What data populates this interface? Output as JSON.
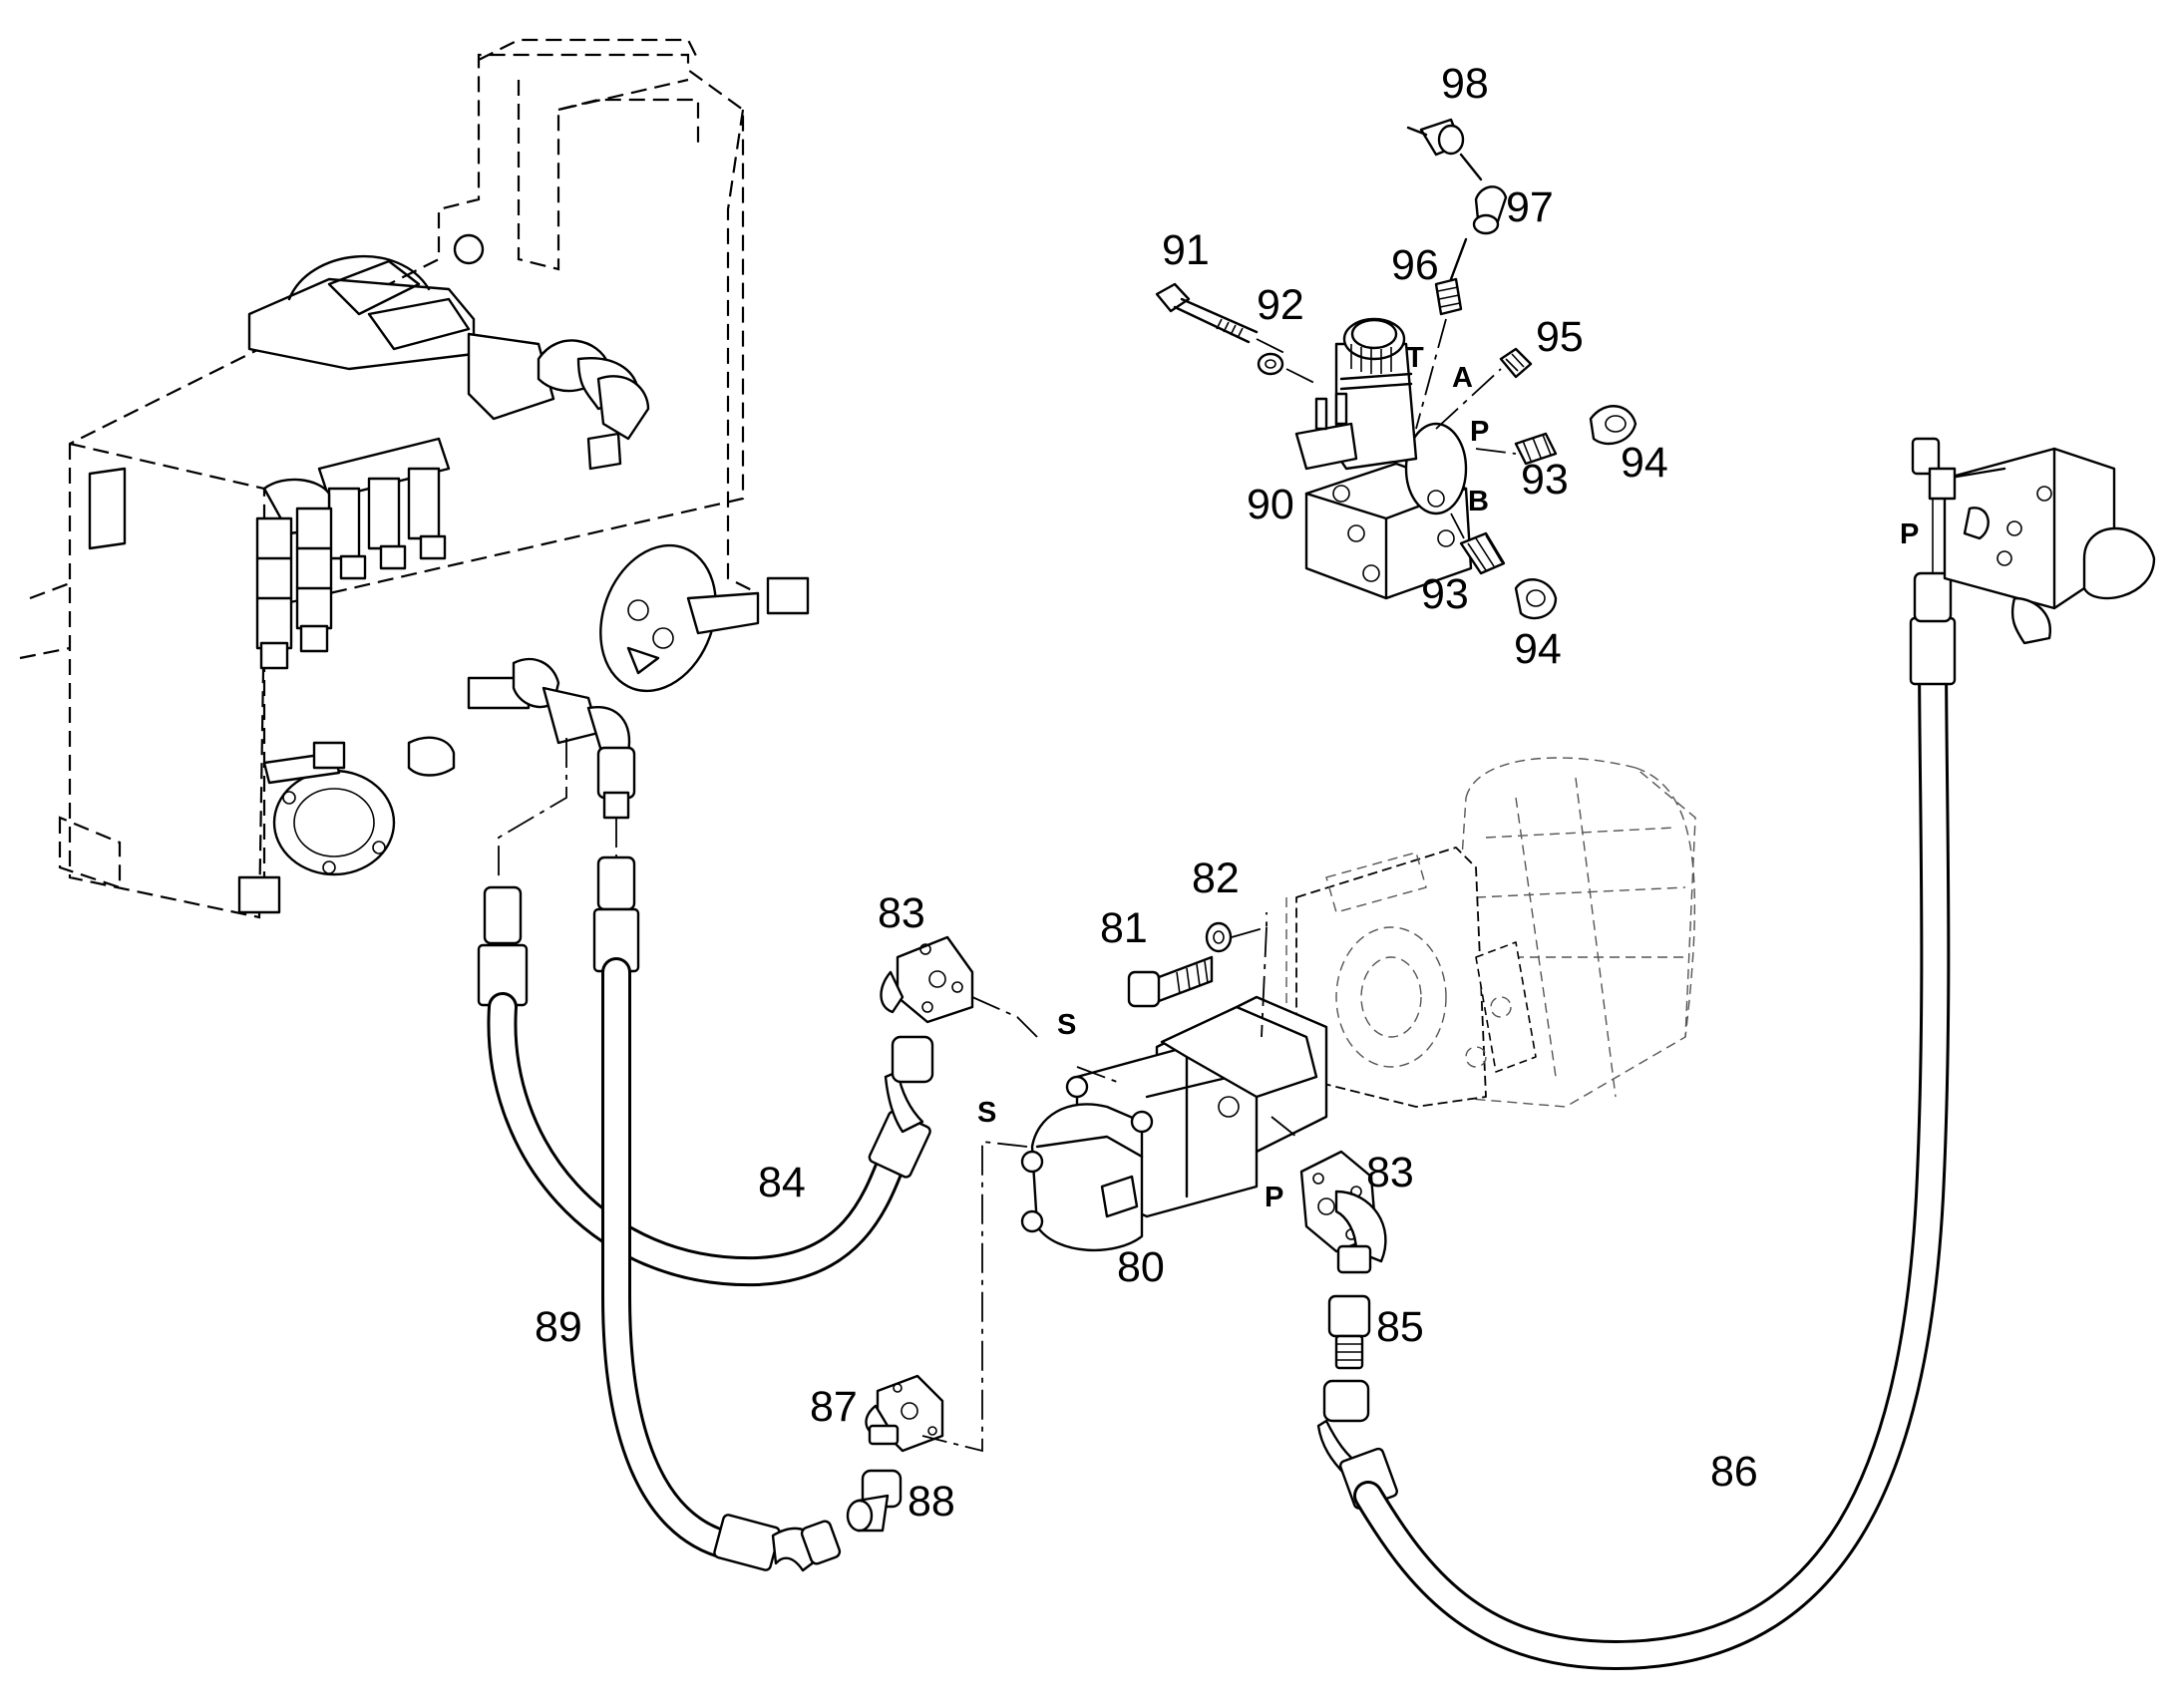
{
  "callouts": {
    "c80": "80",
    "c81": "81",
    "c82": "82",
    "c83a": "83",
    "c83b": "83",
    "c84": "84",
    "c85": "85",
    "c86": "86",
    "c87": "87",
    "c88": "88",
    "c89": "89",
    "c90": "90",
    "c91": "91",
    "c92": "92",
    "c93a": "93",
    "c93b": "93",
    "c94a": "94",
    "c94b": "94",
    "c95": "95",
    "c96": "96",
    "c97": "97",
    "c98": "98"
  },
  "ports": {
    "t": "T",
    "a": "A",
    "p_valve": "P",
    "b": "B",
    "p_right": "P",
    "s_upper": "S",
    "s_lower": "S",
    "p_pump": "P"
  }
}
